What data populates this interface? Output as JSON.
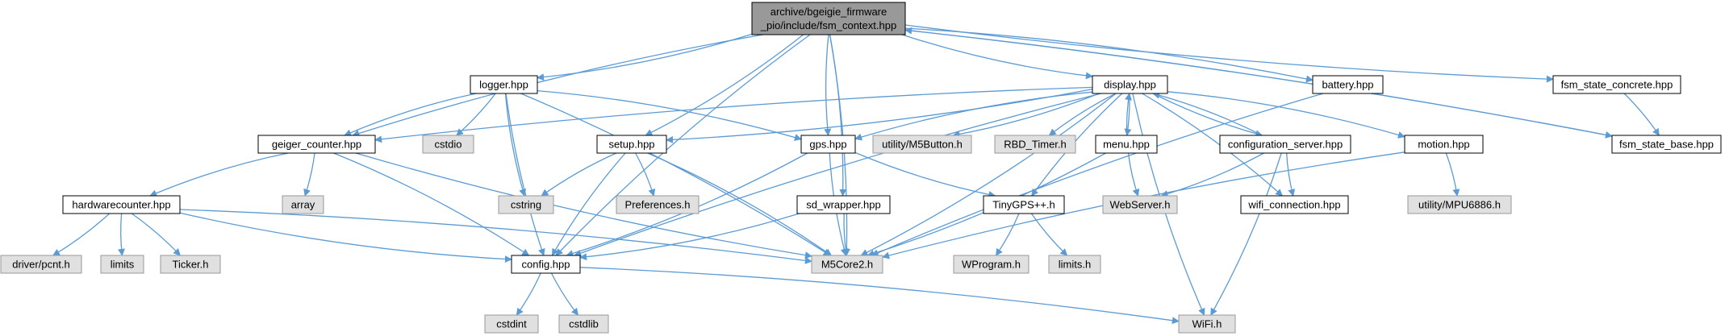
{
  "colors": {
    "edge": "#5b9bd5",
    "border": "#000000",
    "focus_fill": "#999999",
    "file_fill": "#ffffff",
    "system_fill": "#e0e0e0",
    "text": "#000000"
  },
  "nodes": [
    {
      "id": "fsm_context",
      "lines": [
        "archive/bgeigie_firmware",
        "_pio/include/fsm_context.hpp"
      ],
      "kind": "focus"
    },
    {
      "id": "logger",
      "lines": [
        "logger.hpp"
      ],
      "kind": "file"
    },
    {
      "id": "display",
      "lines": [
        "display.hpp"
      ],
      "kind": "file"
    },
    {
      "id": "battery",
      "lines": [
        "battery.hpp"
      ],
      "kind": "file"
    },
    {
      "id": "fsm_state_concrete",
      "lines": [
        "fsm_state_concrete.hpp"
      ],
      "kind": "file"
    },
    {
      "id": "geiger_counter",
      "lines": [
        "geiger_counter.hpp"
      ],
      "kind": "file"
    },
    {
      "id": "cstdio",
      "lines": [
        "cstdio"
      ],
      "kind": "system"
    },
    {
      "id": "setup",
      "lines": [
        "setup.hpp"
      ],
      "kind": "file"
    },
    {
      "id": "gps",
      "lines": [
        "gps.hpp"
      ],
      "kind": "file"
    },
    {
      "id": "m5button",
      "lines": [
        "utility/M5Button.h"
      ],
      "kind": "system"
    },
    {
      "id": "rbd_timer",
      "lines": [
        "RBD_Timer.h"
      ],
      "kind": "system"
    },
    {
      "id": "menu",
      "lines": [
        "menu.hpp"
      ],
      "kind": "file"
    },
    {
      "id": "configuration_server",
      "lines": [
        "configuration_server.hpp"
      ],
      "kind": "file"
    },
    {
      "id": "motion",
      "lines": [
        "motion.hpp"
      ],
      "kind": "file"
    },
    {
      "id": "fsm_state_base",
      "lines": [
        "fsm_state_base.hpp"
      ],
      "kind": "file"
    },
    {
      "id": "array",
      "lines": [
        "array"
      ],
      "kind": "system"
    },
    {
      "id": "hardwarecounter",
      "lines": [
        "hardwarecounter.hpp"
      ],
      "kind": "file"
    },
    {
      "id": "cstring",
      "lines": [
        "cstring"
      ],
      "kind": "system"
    },
    {
      "id": "preferences",
      "lines": [
        "Preferences.h"
      ],
      "kind": "system"
    },
    {
      "id": "sd_wrapper",
      "lines": [
        "sd_wrapper.hpp"
      ],
      "kind": "file"
    },
    {
      "id": "tinygps",
      "lines": [
        "TinyGPS++.h"
      ],
      "kind": "file"
    },
    {
      "id": "webserver",
      "lines": [
        "WebServer.h"
      ],
      "kind": "system"
    },
    {
      "id": "wifi_connection",
      "lines": [
        "wifi_connection.hpp"
      ],
      "kind": "file"
    },
    {
      "id": "mpu6886",
      "lines": [
        "utility/MPU6886.h"
      ],
      "kind": "system"
    },
    {
      "id": "driver_pcnt",
      "lines": [
        "driver/pcnt.h"
      ],
      "kind": "system"
    },
    {
      "id": "limits1",
      "lines": [
        "limits"
      ],
      "kind": "system"
    },
    {
      "id": "ticker",
      "lines": [
        "Ticker.h"
      ],
      "kind": "system"
    },
    {
      "id": "config",
      "lines": [
        "config.hpp"
      ],
      "kind": "file"
    },
    {
      "id": "m5core2",
      "lines": [
        "M5Core2.h"
      ],
      "kind": "system"
    },
    {
      "id": "wprogram",
      "lines": [
        "WProgram.h"
      ],
      "kind": "system"
    },
    {
      "id": "limits_h",
      "lines": [
        "limits.h"
      ],
      "kind": "system"
    },
    {
      "id": "cstdint",
      "lines": [
        "cstdint"
      ],
      "kind": "system"
    },
    {
      "id": "cstdlib",
      "lines": [
        "cstdlib"
      ],
      "kind": "system"
    },
    {
      "id": "wifi",
      "lines": [
        "WiFi.h"
      ],
      "kind": "system"
    }
  ],
  "edges": [
    [
      "fsm_context",
      "logger"
    ],
    [
      "fsm_context",
      "display"
    ],
    [
      "fsm_context",
      "battery"
    ],
    [
      "fsm_context",
      "fsm_state_concrete"
    ],
    [
      "fsm_context",
      "fsm_state_base"
    ],
    [
      "fsm_context",
      "geiger_counter"
    ],
    [
      "fsm_context",
      "setup"
    ],
    [
      "fsm_context",
      "gps"
    ],
    [
      "fsm_context",
      "sd_wrapper"
    ],
    [
      "fsm_context",
      "config"
    ],
    [
      "fsm_context",
      "m5core2"
    ],
    [
      "logger",
      "geiger_counter"
    ],
    [
      "logger",
      "cstdio"
    ],
    [
      "logger",
      "cstring"
    ],
    [
      "logger",
      "gps"
    ],
    [
      "logger",
      "config"
    ],
    [
      "logger",
      "m5core2"
    ],
    [
      "display",
      "geiger_counter"
    ],
    [
      "display",
      "setup"
    ],
    [
      "display",
      "gps"
    ],
    [
      "display",
      "m5button"
    ],
    [
      "display",
      "rbd_timer"
    ],
    [
      "display",
      "menu"
    ],
    [
      "display",
      "configuration_server"
    ],
    [
      "display",
      "motion"
    ],
    [
      "display",
      "tinygps"
    ],
    [
      "display",
      "wifi_connection"
    ],
    [
      "display",
      "config"
    ],
    [
      "display",
      "m5core2"
    ],
    [
      "display",
      "wifi"
    ],
    [
      "menu",
      "display"
    ],
    [
      "menu",
      "webserver"
    ],
    [
      "menu",
      "m5core2"
    ],
    [
      "configuration_server",
      "display"
    ],
    [
      "configuration_server",
      "webserver"
    ],
    [
      "configuration_server",
      "wifi_connection"
    ],
    [
      "configuration_server",
      "wifi"
    ],
    [
      "battery",
      "m5core2"
    ],
    [
      "fsm_state_concrete",
      "fsm_state_base"
    ],
    [
      "fsm_state_base",
      "fsm_context"
    ],
    [
      "motion",
      "mpu6886"
    ],
    [
      "motion",
      "m5core2"
    ],
    [
      "geiger_counter",
      "array"
    ],
    [
      "geiger_counter",
      "hardwarecounter"
    ],
    [
      "geiger_counter",
      "config"
    ],
    [
      "geiger_counter",
      "m5core2"
    ],
    [
      "hardwarecounter",
      "driver_pcnt"
    ],
    [
      "hardwarecounter",
      "limits1"
    ],
    [
      "hardwarecounter",
      "ticker"
    ],
    [
      "hardwarecounter",
      "config"
    ],
    [
      "hardwarecounter",
      "m5core2"
    ],
    [
      "setup",
      "cstring"
    ],
    [
      "setup",
      "preferences"
    ],
    [
      "setup",
      "config"
    ],
    [
      "setup",
      "m5core2"
    ],
    [
      "gps",
      "tinygps"
    ],
    [
      "gps",
      "config"
    ],
    [
      "gps",
      "m5core2"
    ],
    [
      "sd_wrapper",
      "config"
    ],
    [
      "sd_wrapper",
      "m5core2"
    ],
    [
      "tinygps",
      "wprogram"
    ],
    [
      "tinygps",
      "limits_h"
    ],
    [
      "config",
      "cstdint"
    ],
    [
      "config",
      "cstdlib"
    ],
    [
      "config",
      "wifi"
    ]
  ]
}
